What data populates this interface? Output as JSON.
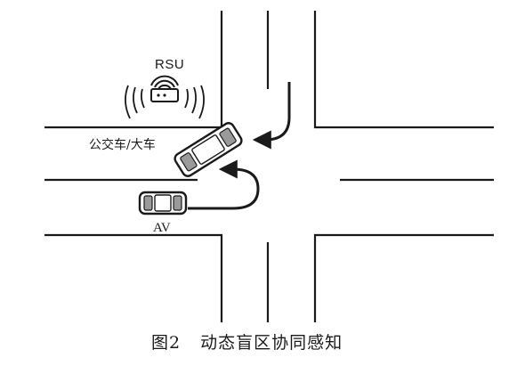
{
  "figure": {
    "number": "图2",
    "title": "动态盲区协同感知"
  },
  "labels": {
    "rsu": "RSU",
    "bus": "公交车/大车",
    "av": "AV"
  },
  "icons": {
    "rsu": "router-antenna-icon",
    "bus": "vehicle-topdown-icon",
    "av": "car-topdown-icon",
    "bus_path": "curved-arrow-icon",
    "av_path": "u-turn-arrow-icon"
  },
  "colors": {
    "stroke": "#1a1a1a",
    "vehicle_fill": "#ffffff"
  }
}
